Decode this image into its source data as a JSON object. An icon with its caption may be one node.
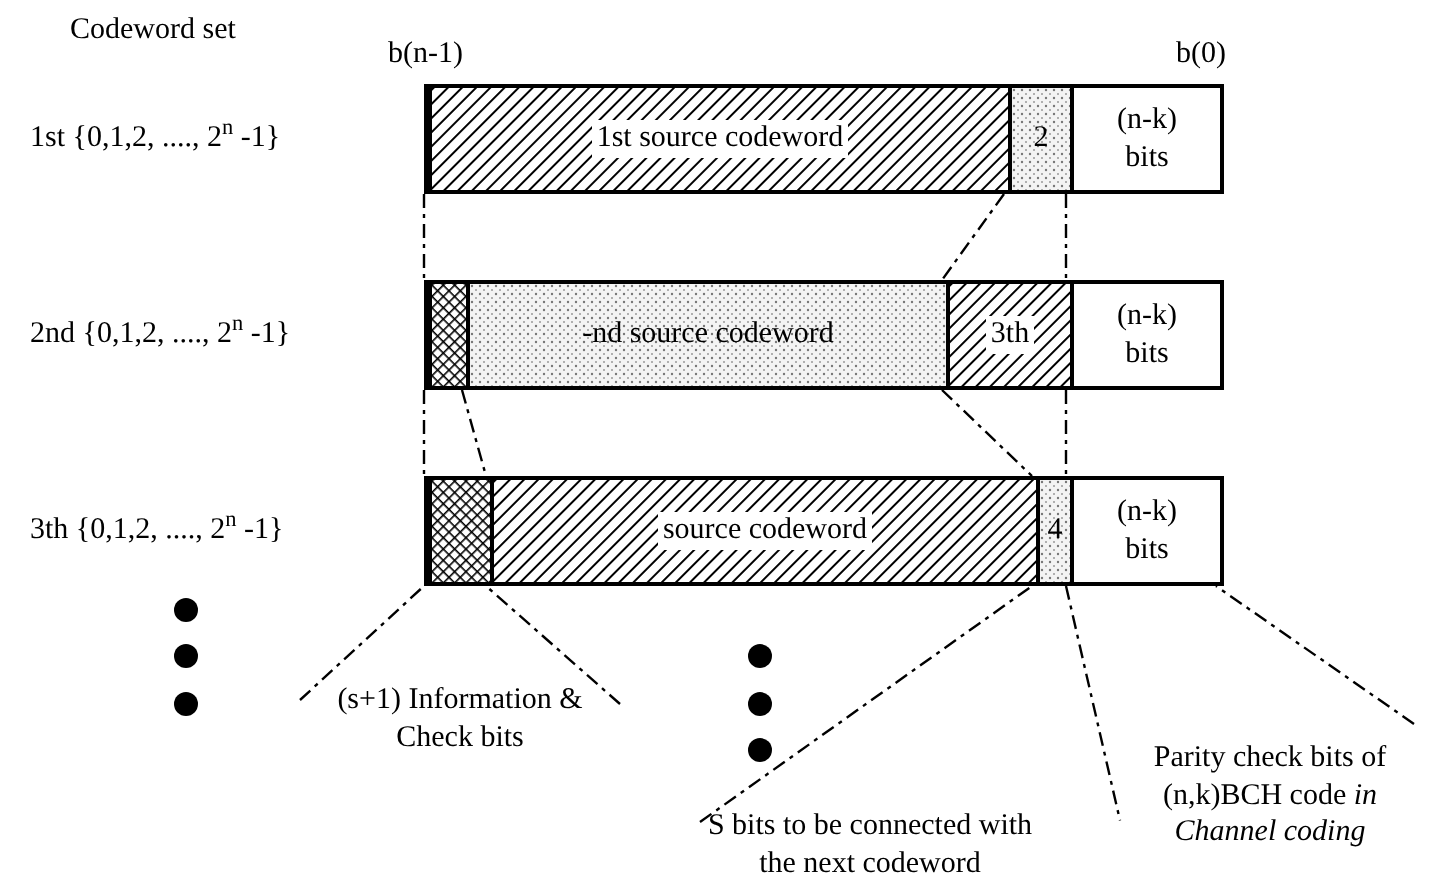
{
  "diagram": {
    "nodes": [
      {
        "text": [],
        "shape": "bar"
      },
      {
        "text": [
          "1st source codeword"
        ],
        "in": 0
      },
      {
        "text": [
          "2"
        ],
        "in": 0
      },
      {
        "text": [
          "(n-k) bits"
        ],
        "in": 0
      },
      {
        "text": [],
        "shape": "bar"
      },
      {
        "text": [],
        "shape": "box",
        "in": 4
      },
      {
        "text": [
          "-nd source codeword"
        ],
        "in": 4
      },
      {
        "text": [
          "3th"
        ],
        "in": 4
      },
      {
        "text": [
          "(n-k) bits"
        ],
        "in": 4
      },
      {
        "text": [],
        "shape": "bar"
      },
      {
        "text": [],
        "shape": "box",
        "in": 9
      },
      {
        "text": [
          "source codeword"
        ],
        "in": 9
      },
      {
        "text": [
          "4"
        ],
        "in": 9
      },
      {
        "text": [
          "(n-k) bits"
        ],
        "in": 9
      },
      {
        "text": [
          "(s+1) Information & Check bits"
        ]
      },
      {
        "text": [
          "S bits to be connected with the  next codeword"
        ]
      },
      {
        "text": [
          "Parity check bits of (n,k)BCH code *in Channel coding*"
        ]
      }
    ],
    "edges": [
      {
        "from": 2,
        "to": 7,
        "arrow": "none",
        "style": "dashed"
      },
      {
        "from": 3,
        "to": 8,
        "arrow": "none",
        "style": "dashed"
      },
      {
        "from": 8,
        "to": 13,
        "arrow": "none",
        "style": "dashed"
      },
      {
        "from": 13,
        "to": 16,
        "arrow": "none",
        "style": "dashed"
      },
      {
        "from": 1,
        "to": 5,
        "arrow": "none",
        "style": "dashed"
      },
      {
        "from": 5,
        "to": 10,
        "arrow": "none",
        "style": "dashed"
      },
      {
        "from": 5,
        "to": 10,
        "arrow": "none",
        "style": "dashed"
      },
      {
        "from": 7,
        "to": 12,
        "arrow": "none",
        "style": "dashed"
      },
      {
        "from": 14,
        "to": 10,
        "arrow": "none",
        "style": "dashed"
      },
      {
        "from": 14,
        "to": 10,
        "arrow": "none",
        "style": "dashed"
      },
      {
        "from": 15,
        "to": 11,
        "arrow": "none",
        "style": "dashed"
      },
      {
        "from": 16,
        "to": 13,
        "arrow": "none",
        "style": "dashed"
      }
    ],
    "labels": [
      "Codeword set",
      "b(n-1)",
      "b(0)",
      "1st {0,1,2, ...., 2$^{n}$ -1}",
      "2nd {0,1,2, ...., 2$^{n}$ -1}",
      "3th {0,1,2, ...., 2$^{n}$ -1}"
    ]
  }
}
